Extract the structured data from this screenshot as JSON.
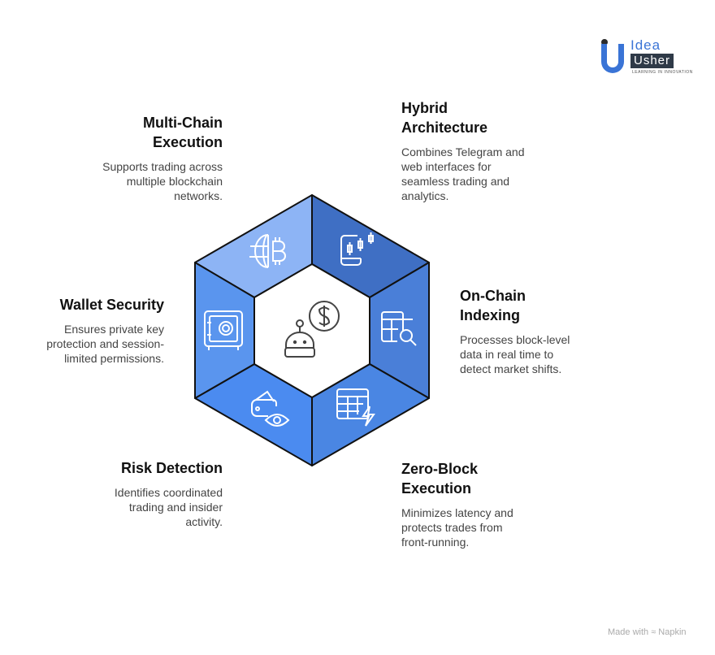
{
  "brand": {
    "logo_line1": "Idea",
    "logo_line2": "Usher",
    "tagline": "LEARNING IN INNOVATION",
    "footer": "Made with ≈ Napkin"
  },
  "colors": {
    "segment_top_left": "#8db4f5",
    "segment_top_right": "#3f6fc4",
    "segment_right": "#4a7fd8",
    "segment_bottom_right": "#4a86e3",
    "segment_bottom_left": "#4b8bf0",
    "segment_left": "#5a95ee",
    "outline": "#111111",
    "title_text": "#111111",
    "desc_text": "#444444"
  },
  "center": {
    "icon": "robot-dollar-icon"
  },
  "segments": [
    {
      "id": "multi-chain",
      "title_line1": "Multi-Chain",
      "title_line2": "Execution",
      "desc": [
        "Supports trading across",
        "multiple blockchain",
        "networks."
      ],
      "icon": "globe-bitcoin-icon"
    },
    {
      "id": "hybrid",
      "title_line1": "Hybrid",
      "title_line2": "Architecture",
      "desc": [
        "Combines Telegram and",
        "web interfaces for",
        "seamless trading and",
        "analytics."
      ],
      "icon": "phone-candlestick-icon"
    },
    {
      "id": "on-chain",
      "title_line1": "On-Chain",
      "title_line2": "Indexing",
      "desc": [
        "Processes block-level",
        "data in real time to",
        "detect market shifts."
      ],
      "icon": "table-search-icon"
    },
    {
      "id": "zero-block",
      "title_line1": "Zero-Block",
      "title_line2": "Execution",
      "desc": [
        "Minimizes latency and",
        "protects trades from",
        "front-running."
      ],
      "icon": "table-lightning-icon"
    },
    {
      "id": "risk",
      "title_line1": "Risk Detection",
      "desc": [
        "Identifies coordinated",
        "trading and insider",
        "activity."
      ],
      "icon": "wallet-eye-icon"
    },
    {
      "id": "wallet",
      "title_line1": "Wallet Security",
      "desc": [
        "Ensures private key",
        "protection and session-",
        "limited permissions."
      ],
      "icon": "safe-icon"
    }
  ]
}
